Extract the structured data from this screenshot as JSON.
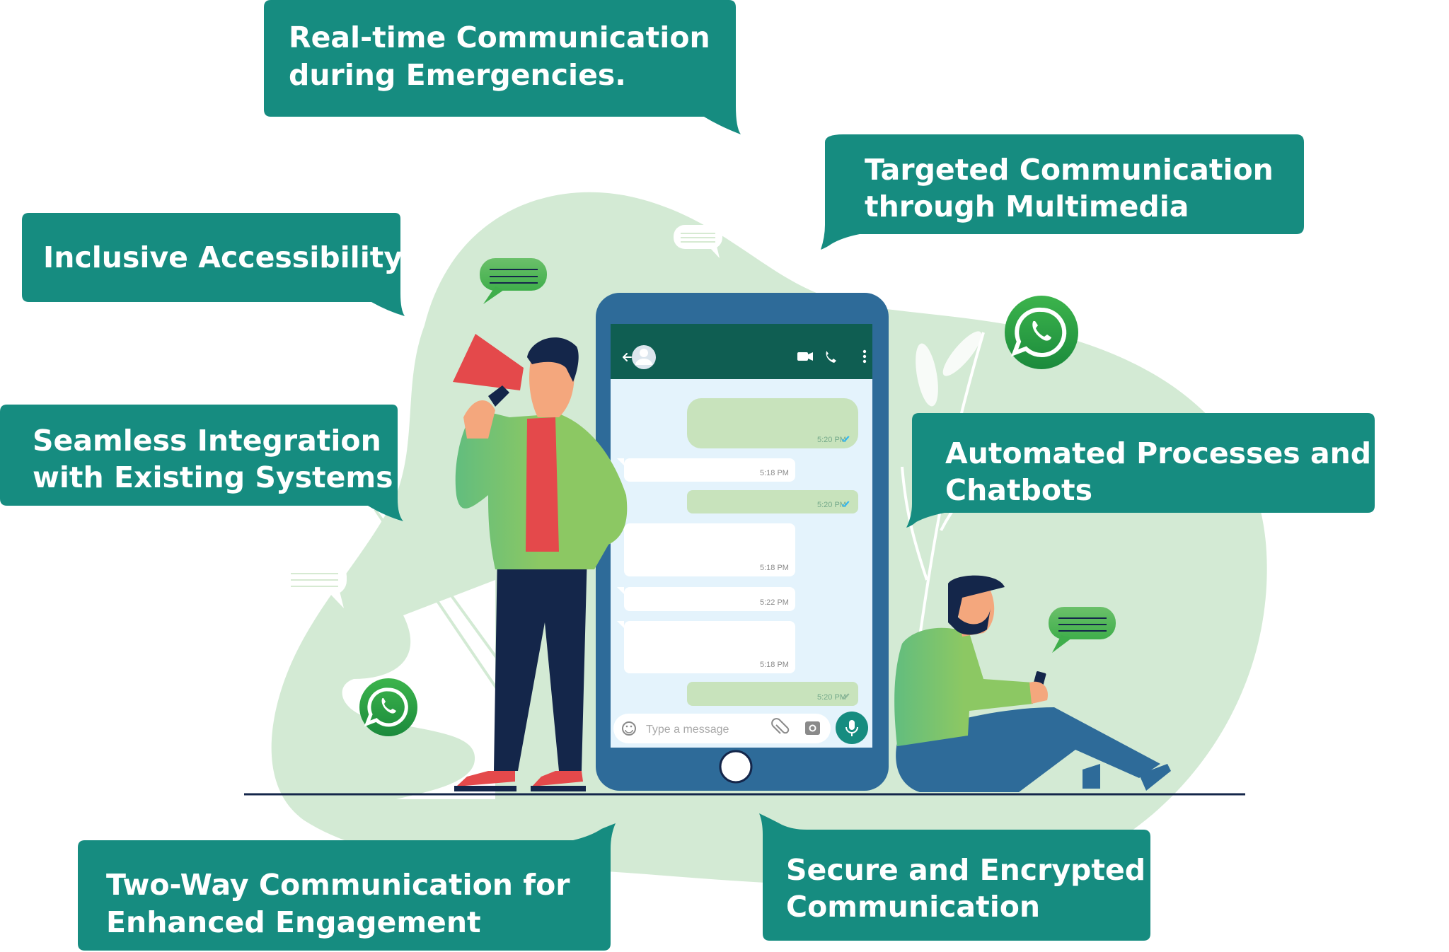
{
  "colors": {
    "callout_bg": "#168C80",
    "blob_bg": "#D3EAD4",
    "phone_frame": "#2E6B99",
    "chat_header": "#0F5E52",
    "chat_bg": "#E4F3FC",
    "outgoing_bubble": "#C8E3BC",
    "incoming_bubble": "#FFFFFF",
    "whatsapp_green": "#2EA64A",
    "megaphone_red": "#E4494B",
    "jacket_green": "#86C564",
    "pants_navy": "#14264A",
    "skin": "#F4A77D"
  },
  "callouts": [
    {
      "id": "realtime",
      "lines": [
        "Real-time Communication",
        "during Emergencies."
      ]
    },
    {
      "id": "targeted",
      "lines": [
        "Targeted Communication",
        "through Multimedia"
      ]
    },
    {
      "id": "inclusive",
      "lines": [
        "Inclusive Accessibility"
      ]
    },
    {
      "id": "seamless",
      "lines": [
        "Seamless Integration",
        "with Existing Systems"
      ]
    },
    {
      "id": "automated",
      "lines": [
        "Automated Processes and",
        "Chatbots"
      ]
    },
    {
      "id": "twoway",
      "lines": [
        "Two-Way Communication for",
        "Enhanced Engagement"
      ]
    },
    {
      "id": "secure",
      "lines": [
        "Secure and Encrypted",
        "Communication"
      ]
    }
  ],
  "phone": {
    "header_icons": [
      "back-arrow-icon",
      "avatar-icon",
      "video-call-icon",
      "phone-call-icon",
      "more-options-icon"
    ],
    "messages": [
      {
        "dir": "out",
        "time": "5:20 PM",
        "ticks": "read"
      },
      {
        "dir": "in",
        "time": "5:18 PM"
      },
      {
        "dir": "out",
        "time": "5:20 PM",
        "ticks": "read"
      },
      {
        "dir": "in",
        "time": "5:18 PM"
      },
      {
        "dir": "in",
        "time": "5:22 PM"
      },
      {
        "dir": "in",
        "time": "5:18 PM"
      },
      {
        "dir": "out",
        "time": "5:20 PM",
        "ticks": "delivered"
      }
    ],
    "input_placeholder": "Type a message",
    "input_icons": [
      "emoji-icon",
      "attach-icon",
      "camera-icon",
      "mic-icon"
    ]
  },
  "decorations": [
    "whatsapp-logo-icon",
    "whatsapp-logo-icon",
    "speech-bubble-icon",
    "speech-bubble-icon",
    "speech-bubble-icon",
    "speech-bubble-icon",
    "megaphone-icon"
  ]
}
